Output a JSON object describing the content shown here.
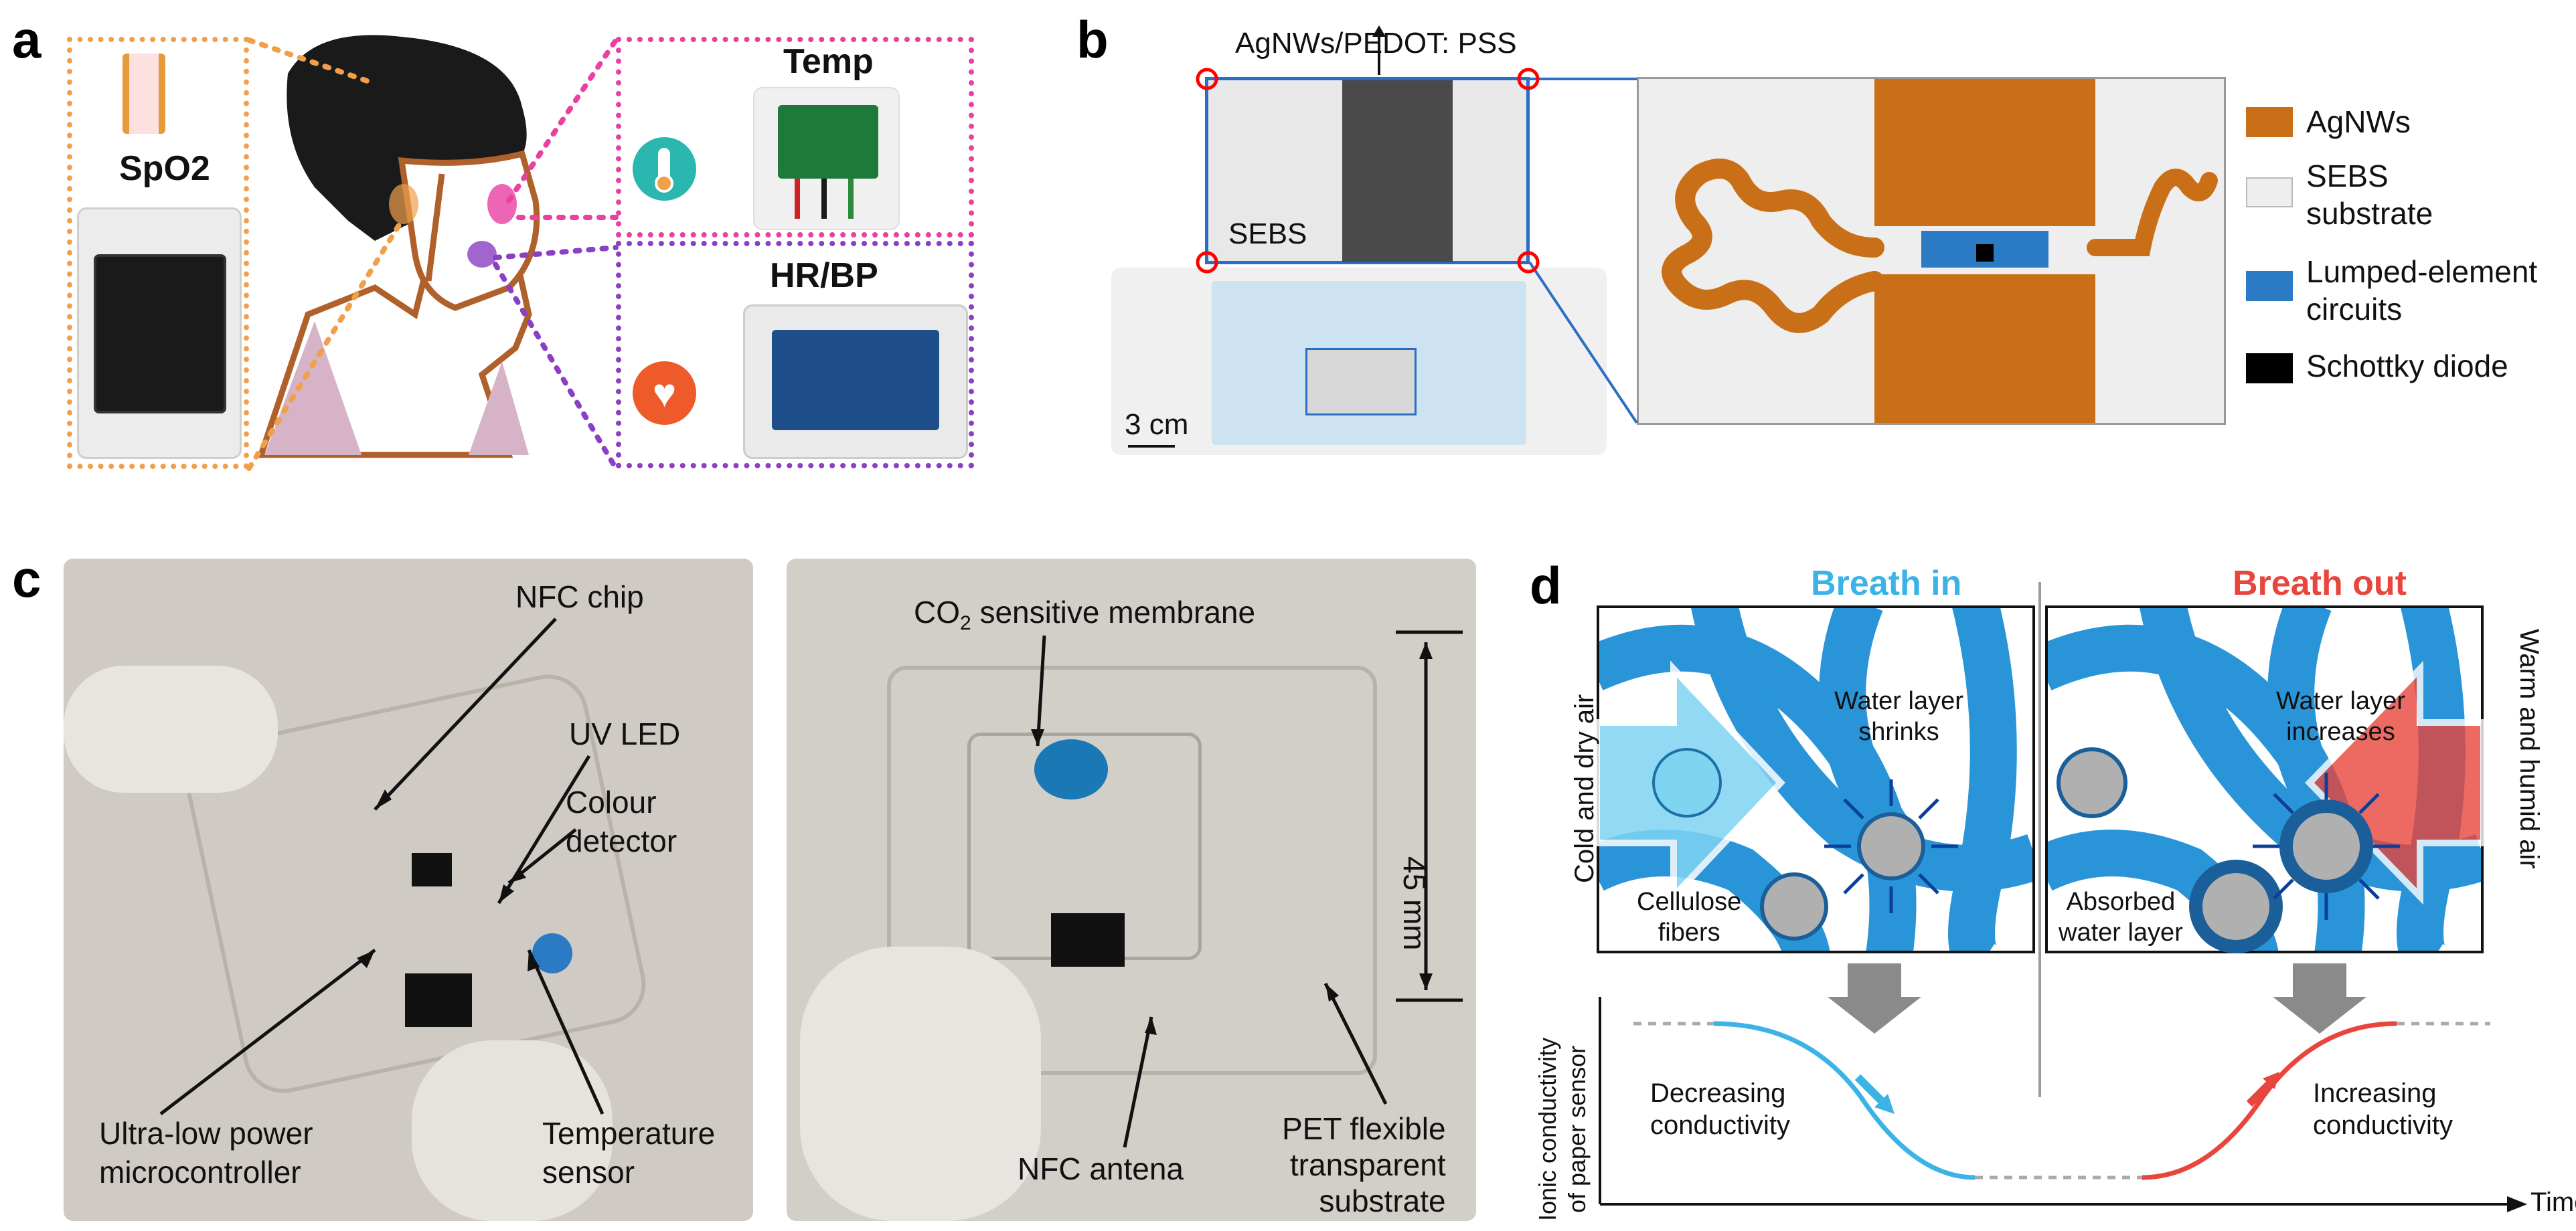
{
  "panel_a": {
    "label": "a",
    "spo2": "SpO2",
    "temp": "Temp",
    "hrbp": "HR/BP"
  },
  "panel_b": {
    "label": "b",
    "ink_label": "AgNWs/PEDOT: PSS",
    "substrate_label": "SEBS",
    "scale": "3 cm",
    "legend": [
      {
        "label": "AgNWs",
        "color": "#c96f17"
      },
      {
        "label": "SEBS\nsubstrate",
        "color": "#eeeeee"
      },
      {
        "label": "Lumped-element\ncircuits",
        "color": "#2a7bc4"
      },
      {
        "label": "Schottky diode",
        "color": "#000000"
      }
    ]
  },
  "panel_c": {
    "label": "c",
    "left": {
      "nfc_chip": "NFC chip",
      "uv_led": "UV LED",
      "colour_detector": "Colour\ndetector",
      "mcu": "Ultra-low power\nmicrocontroller",
      "temp_sensor": "Temperature\nsensor"
    },
    "right": {
      "co2_membrane_pre": "CO",
      "co2_membrane_sub": "2",
      "co2_membrane_post": " sensitive membrane",
      "dimension": "45 mm",
      "nfc_antenna": "NFC antena",
      "pet": "PET flexible\ntransparent\nsubstrate"
    }
  },
  "panel_d": {
    "label": "d",
    "breath_in": "Breath in",
    "breath_out": "Breath out",
    "cold_air": "Cold and dry air",
    "warm_air": "Warm and humid air",
    "water_shrinks": "Water layer\nshrinks",
    "water_increases": "Water layer\nincreases",
    "cellulose": "Cellulose\nfibers",
    "absorbed": "Absorbed\nwater layer",
    "ylabel": "Ionic conductivity\nof paper sensor",
    "decreasing": "Decreasing\nconductivity",
    "increasing": "Increasing\nconductivity",
    "xlabel": "Time",
    "colors": {
      "in": "#3bb3e6",
      "out": "#e8453c"
    }
  }
}
